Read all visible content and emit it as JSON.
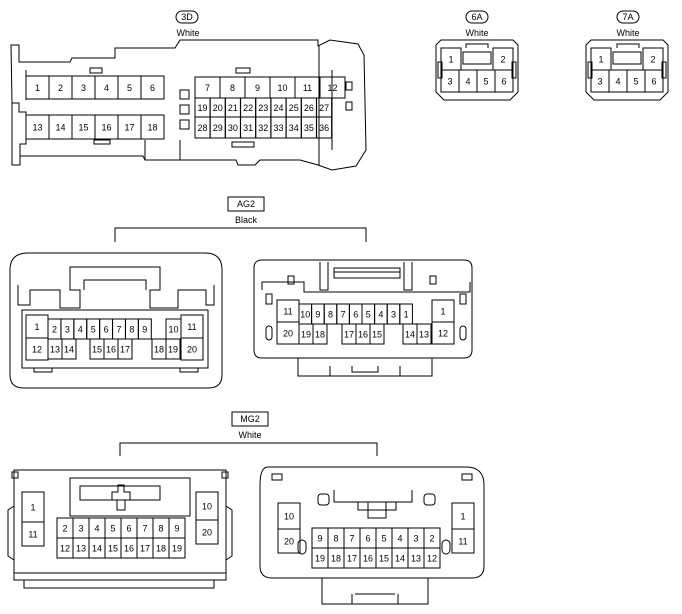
{
  "connectors": [
    {
      "id": "3D",
      "color": "White",
      "pins": [
        "1",
        "2",
        "3",
        "4",
        "5",
        "6",
        "7",
        "8",
        "9",
        "10",
        "11",
        "12",
        "13",
        "14",
        "15",
        "16",
        "17",
        "18",
        "19",
        "20",
        "21",
        "22",
        "23",
        "24",
        "25",
        "26",
        "27",
        "28",
        "29",
        "30",
        "31",
        "32",
        "33",
        "34",
        "35",
        "36"
      ]
    },
    {
      "id": "6A",
      "color": "White",
      "pins": [
        "1",
        "2",
        "3",
        "4",
        "5",
        "6"
      ]
    },
    {
      "id": "7A",
      "color": "White",
      "pins": [
        "1",
        "2",
        "3",
        "4",
        "5",
        "6"
      ]
    },
    {
      "id": "AG2",
      "color": "Black",
      "left_pins": [
        "1",
        "2",
        "3",
        "4",
        "5",
        "6",
        "7",
        "8",
        "9",
        "10",
        "11",
        "12",
        "13",
        "14",
        "15",
        "16",
        "17",
        "18",
        "19",
        "20"
      ],
      "right_pins": [
        "1",
        "2",
        "3",
        "4",
        "5",
        "6",
        "7",
        "8",
        "9",
        "10",
        "11",
        "12",
        "13",
        "14",
        "15",
        "16",
        "17",
        "18",
        "19",
        "20"
      ]
    },
    {
      "id": "MG2",
      "color": "White",
      "left_pins": [
        "1",
        "2",
        "3",
        "4",
        "5",
        "6",
        "7",
        "8",
        "9",
        "10",
        "11",
        "12",
        "13",
        "14",
        "15",
        "16",
        "17",
        "18",
        "19",
        "20"
      ],
      "right_pins": [
        "1",
        "2",
        "3",
        "4",
        "5",
        "6",
        "7",
        "8",
        "9",
        "10",
        "11",
        "12",
        "13",
        "14",
        "15",
        "16",
        "17",
        "18",
        "19",
        "20"
      ]
    }
  ]
}
